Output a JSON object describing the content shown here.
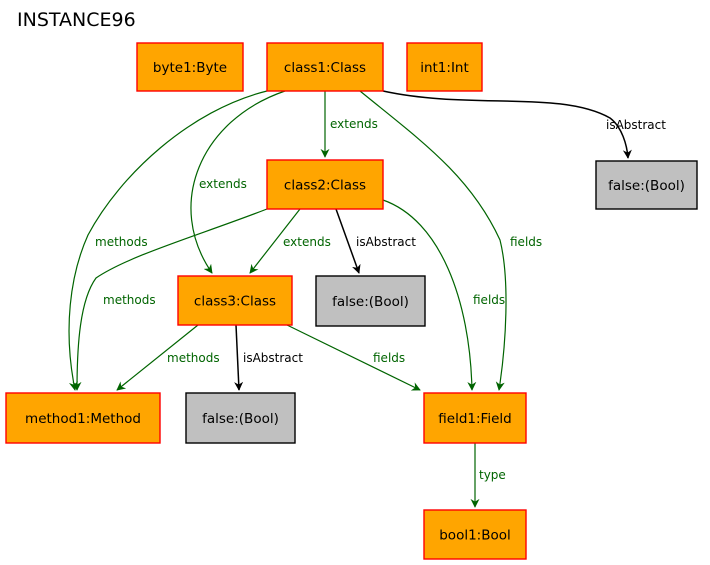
{
  "title": "INSTANCE96",
  "colors": {
    "object_fill": "#ffa500",
    "object_stroke": "#ff0000",
    "value_fill": "#c0c0c0",
    "value_stroke": "#000000",
    "green_edge": "#006400",
    "black_edge": "#000000"
  },
  "nodes": [
    {
      "id": "byte1",
      "label": "byte1:Byte",
      "kind": "object"
    },
    {
      "id": "class1",
      "label": "class1:Class",
      "kind": "object"
    },
    {
      "id": "int1",
      "label": "int1:Int",
      "kind": "object"
    },
    {
      "id": "class2",
      "label": "class2:Class",
      "kind": "object"
    },
    {
      "id": "false1",
      "label": "false:(Bool)",
      "kind": "value"
    },
    {
      "id": "class3",
      "label": "class3:Class",
      "kind": "object"
    },
    {
      "id": "false2",
      "label": "false:(Bool)",
      "kind": "value"
    },
    {
      "id": "method1",
      "label": "method1:Method",
      "kind": "object"
    },
    {
      "id": "false3",
      "label": "false:(Bool)",
      "kind": "value"
    },
    {
      "id": "field1",
      "label": "field1:Field",
      "kind": "object"
    },
    {
      "id": "bool1",
      "label": "bool1:Bool",
      "kind": "object"
    }
  ],
  "edges": [
    {
      "id": "e1",
      "from": "class1",
      "to": "class2",
      "label": "extends",
      "color": "green"
    },
    {
      "id": "e2",
      "from": "class1",
      "to": "false1",
      "label": "isAbstract",
      "color": "black"
    },
    {
      "id": "e3",
      "from": "class1",
      "to": "class3",
      "label": "extends",
      "color": "green"
    },
    {
      "id": "e4",
      "from": "class1",
      "to": "method1",
      "label": "methods",
      "color": "green"
    },
    {
      "id": "e5",
      "from": "class1",
      "to": "field1",
      "label": "fields",
      "color": "green"
    },
    {
      "id": "e6",
      "from": "class2",
      "to": "class3",
      "label": "extends",
      "color": "green"
    },
    {
      "id": "e7",
      "from": "class2",
      "to": "false2",
      "label": "isAbstract",
      "color": "black"
    },
    {
      "id": "e8",
      "from": "class2",
      "to": "method1",
      "label": "methods",
      "color": "green"
    },
    {
      "id": "e9",
      "from": "class2",
      "to": "field1",
      "label": "fields",
      "color": "green"
    },
    {
      "id": "e10",
      "from": "class3",
      "to": "method1",
      "label": "methods",
      "color": "green"
    },
    {
      "id": "e11",
      "from": "class3",
      "to": "false3",
      "label": "isAbstract",
      "color": "black"
    },
    {
      "id": "e12",
      "from": "class3",
      "to": "field1",
      "label": "fields",
      "color": "green"
    },
    {
      "id": "e13",
      "from": "field1",
      "to": "bool1",
      "label": "type",
      "color": "green"
    }
  ]
}
